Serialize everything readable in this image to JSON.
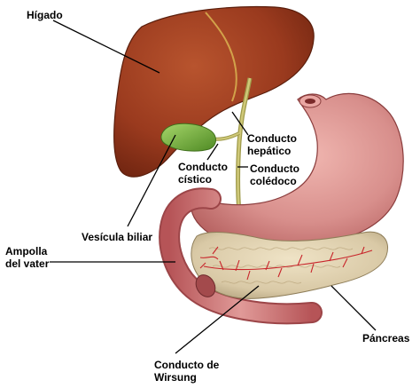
{
  "labels": {
    "higado": "Hígado",
    "conducto_hepatico": [
      "Conducto",
      "hepático"
    ],
    "conducto_cistico": [
      "Conducto",
      "cístico"
    ],
    "conducto_coledoco": [
      "Conducto",
      "colédoco"
    ],
    "vesicula_biliar": "Vesícula biliar",
    "ampolla_vater": [
      "Ampolla",
      "del vater"
    ],
    "pancreas": "Páncreas",
    "conducto_wirsung": [
      "Conducto de",
      "Wirsung"
    ]
  },
  "colors": {
    "liver": "#9a3a1e",
    "gallbladder": "#6fa63a",
    "stomach": "#d88f8c",
    "duodenum": "#c8696a",
    "pancreas": "#d9c9a6",
    "duct": "#b8b060",
    "leader_line": "#000000"
  }
}
